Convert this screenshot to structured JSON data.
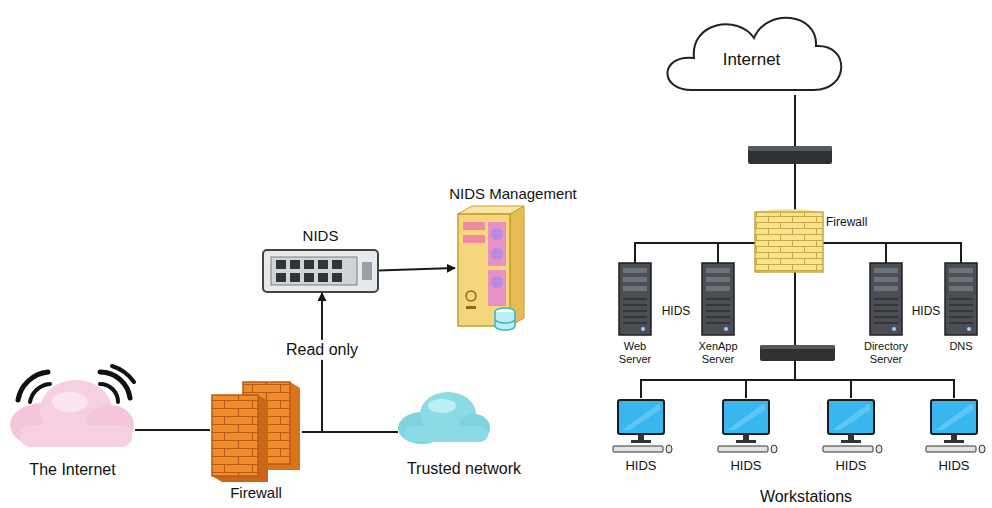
{
  "diagram": {
    "nodes": [
      {
        "text": [
          "The Internet"
        ]
      },
      {
        "text": [
          "Firewall"
        ]
      },
      {
        "text": [
          "Trusted network"
        ]
      },
      {
        "text": [
          "NIDS"
        ]
      },
      {
        "text": [
          "NIDS Management"
        ]
      },
      {
        "text": [
          "Internet"
        ]
      },
      {
        "text": [
          "Firewall"
        ]
      },
      {
        "text": [
          "Web Server"
        ]
      },
      {
        "text": [
          "XenApp Server"
        ]
      },
      {
        "text": [
          "Directory Server"
        ]
      },
      {
        "text": [
          "DNS"
        ]
      },
      {
        "text": [
          "HIDS"
        ]
      },
      {
        "text": [
          "HIDS"
        ]
      },
      {
        "text": [
          "HIDS"
        ]
      },
      {
        "text": [
          "HIDS"
        ]
      }
    ],
    "edges": [
      {
        "from": 0,
        "to": 1,
        "arrow": "none"
      },
      {
        "from": 1,
        "to": 2,
        "arrow": "none"
      },
      {
        "from": 1,
        "to": 3,
        "label": "Read only",
        "arrow": "to"
      },
      {
        "from": 3,
        "to": 4,
        "arrow": "to"
      },
      {
        "from": 5,
        "to": 6,
        "arrow": "none"
      },
      {
        "from": 6,
        "to": 7,
        "arrow": "none"
      },
      {
        "from": 6,
        "to": 8,
        "arrow": "none"
      },
      {
        "from": 6,
        "to": 9,
        "arrow": "none"
      },
      {
        "from": 6,
        "to": 10,
        "arrow": "none"
      },
      {
        "from": 6,
        "to": 11,
        "arrow": "none"
      },
      {
        "from": 6,
        "to": 12,
        "arrow": "none"
      },
      {
        "from": 6,
        "to": 13,
        "arrow": "none"
      },
      {
        "from": 6,
        "to": 14,
        "arrow": "none"
      }
    ],
    "labels": [
      "HIDS",
      "HIDS",
      "Workstations"
    ]
  }
}
